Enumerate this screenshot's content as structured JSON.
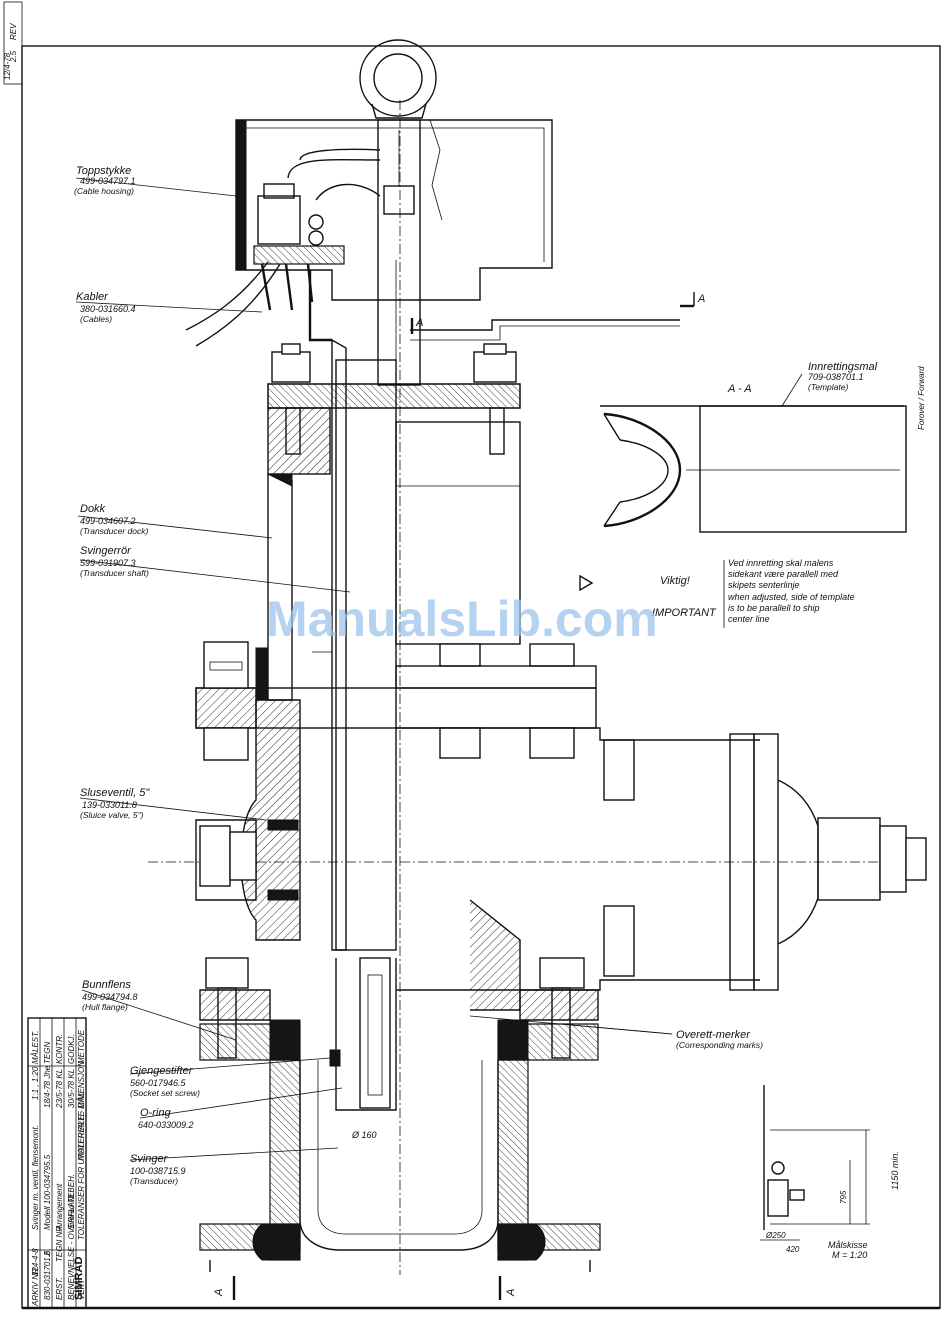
{
  "callouts": {
    "toppstykke": {
      "name": "Toppstykke",
      "part": "499-034797.1",
      "desc": "(Cable housing)"
    },
    "kabler": {
      "name": "Kabler",
      "part": "380-031660.4",
      "desc": "(Cables)"
    },
    "dokk": {
      "name": "Dokk",
      "part": "499-034607.2",
      "desc": "(Transducer dock)"
    },
    "svingerror": {
      "name": "Svingerrör",
      "part": "599-031907.3",
      "desc": "(Transducer shaft)"
    },
    "sluseventil": {
      "name": "Sluseventil, 5\"",
      "part": "139-033011.8",
      "desc": "(Sluice valve, 5\")"
    },
    "bunnflens": {
      "name": "Bunnflens",
      "part": "499-034794.8",
      "desc": "(Hull flange)"
    },
    "gjengestifter": {
      "name": "Gjengestifter",
      "part": "560-017946.5",
      "desc": "(Socket set screw)"
    },
    "oring": {
      "name": "O-ring",
      "part": "640-033009.2"
    },
    "svinger": {
      "name": "Svinger",
      "part": "100-038715.9",
      "desc": "(Transducer)"
    },
    "overett": {
      "name": "Overett-merker",
      "desc": "(Corresponding marks)"
    },
    "innrettingsmal": {
      "name": "Innrettingsmal",
      "part": "709-038701.1",
      "desc": "(Template)"
    }
  },
  "section": {
    "title": "A - A",
    "marker": "A",
    "forward": "Forover / Forward"
  },
  "notes": {
    "viktig": "Viktig!",
    "important": "IMPORTANT",
    "no_line1": "Ved innretting skal malens",
    "no_line2": "sidekant være parallell med",
    "no_line3": "skipets senterlinje",
    "en_line1": "when adjusted, side of template",
    "en_line2": "is to be parallell to ship",
    "en_line3": "center line"
  },
  "dimensions": {
    "diameter": "Ø 160",
    "d1150": "1150 min.",
    "d795": "795",
    "d250": "Ø250",
    "d420": "420",
    "malskisse": "Målskisse",
    "scale_small": "M = 1:20"
  },
  "title_block": {
    "brand": "SIMRAD",
    "label_material": "MATERIALE - DIMENSJON",
    "label_tolerance": "TOLERANSER FOR UTOLERERTE MÅL",
    "label_method": "METODE",
    "label_scale": "MÅLEST.",
    "scale": "1:1 , 1:20",
    "label_drawn": "TEGN",
    "drawn": "18/4-78 Jhe",
    "label_checked": "KONTR.",
    "checked": "23/5-78 KL",
    "label_approved": "GODKJ.",
    "approved": "30/5-78 KL",
    "desc1": "Svinger m. ventil, flensemont.",
    "desc2": "Modell 100-034795.5",
    "desc3": "Arrangement",
    "desc4": "Simrad NL",
    "label_drawing_no": "TEGN NR.",
    "drawing_no": "830-031701.6",
    "sheet": "2",
    "label_arkiv": "ARKIV NR.",
    "arkiv": "124-4-8",
    "label_weight": "VEKT",
    "label_desc": "BENEVNELSE - OVERFLATEBEH.",
    "label_sheet": "ERST."
  },
  "revision": {
    "line1": "REV",
    "line2": "2.5",
    "line3": "12/4-78"
  },
  "watermark": "ManualsLib.com"
}
